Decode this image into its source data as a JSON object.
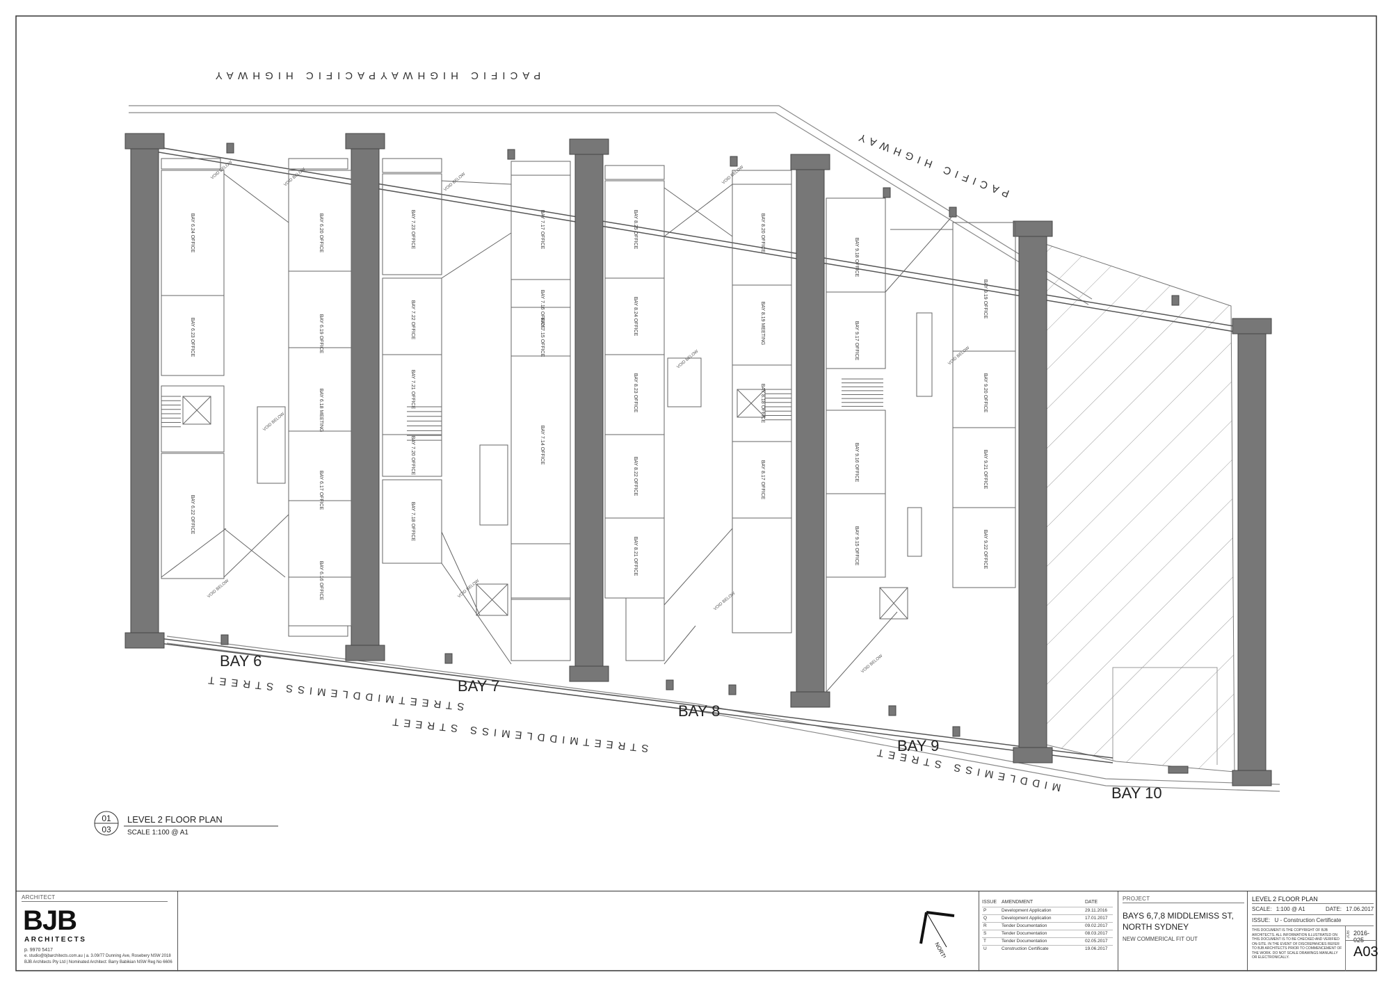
{
  "drawing": {
    "roads": {
      "top": "PACIFIC  HIGHWAYPACIFIC  HIGHWAY",
      "top_right": "PACIFIC  HIGHWAY",
      "bottom_left": "STREETMIDDLEMISS  STREET",
      "bottom_mid": "STREETMIDDLEMISS  STREET",
      "bottom_right": "MIDDLEMISS  STREET"
    },
    "bays": [
      "BAY 6",
      "BAY 7",
      "BAY 8",
      "BAY 9",
      "BAY 10"
    ],
    "void_label": "VOID BELOW",
    "office_label": "OFFICE",
    "meeting_label": "MEETING",
    "bay6_offices": [
      "BAY 6.24",
      "BAY 6.23",
      "BAY 6.22",
      "BAY 6.20",
      "BAY 6.19",
      "BAY 6.18",
      "BAY 6.17",
      "BAY 6.16"
    ],
    "bay7_offices": [
      "BAY 7.23",
      "BAY 7.22",
      "BAY 7.21",
      "BAY 7.20",
      "BAY 7.18",
      "BAY 7.17",
      "BAY 7.16",
      "BAY 7.15",
      "BAY 7.14"
    ],
    "bay8_offices": [
      "BAY 8.25",
      "BAY 8.24",
      "BAY 8.23",
      "BAY 8.22",
      "BAY 8.21",
      "BAY 8.20",
      "BAY 8.19",
      "BAY 8.18",
      "BAY 8.17"
    ],
    "bay9_offices": [
      "BAY 9.18",
      "BAY 9.17",
      "BAY 9.16",
      "BAY 9.15",
      "BAY 9.19",
      "BAY 9.20",
      "BAY 9.21",
      "BAY 9.22"
    ],
    "lift_label": "LIFT",
    "north_label": "NORTH",
    "plan_ref_top": "01",
    "plan_ref_bottom": "03",
    "plan_title": "LEVEL 2 FLOOR PLAN",
    "plan_scale": "SCALE 1:100 @ A1"
  },
  "title_block": {
    "architect_label": "ARCHITECT",
    "logo": "BJB",
    "logo_sub": "ARCHITECTS",
    "contact_1": "p. 9970 5417",
    "contact_2": "e. studio@bjbarchitects.com.au  |  a. 3.09/77 Dunning Ave, Rosebery NSW 2018",
    "contact_3": "BJB Architects Pty Ltd | Nominated Architect: Barry Babikian NSW Reg No 6606",
    "issue_headers": {
      "issue": "ISSUE",
      "amendment": "AMENDMENT",
      "date": "DATE"
    },
    "issues": [
      {
        "issue": "P",
        "amendment": "Development Application",
        "date": "29.11.2016"
      },
      {
        "issue": "Q",
        "amendment": "Development Application",
        "date": "17.01.2017"
      },
      {
        "issue": "R",
        "amendment": "Tender Documentation",
        "date": "09.02.2017"
      },
      {
        "issue": "S",
        "amendment": "Tender Documentation",
        "date": "08.03.2017"
      },
      {
        "issue": "T",
        "amendment": "Tender Documentation",
        "date": "02.05.2017"
      },
      {
        "issue": "U",
        "amendment": "Construction Certificate",
        "date": "19.06.2017"
      }
    ],
    "project_label": "PROJECT",
    "project_line1": "BAYS 6,7,8 MIDDLEMISS ST,",
    "project_line2": "NORTH SYDNEY",
    "project_sub": "NEW COMMERICAL FIT OUT",
    "sheet_title": "LEVEL 2 FLOOR PLAN",
    "scale_label": "SCALE:",
    "scale_value": "1:100 @ A1",
    "date_label": "DATE:",
    "date_value": "17.06.2017",
    "issue_label": "ISSUE:",
    "issue_value": "U - Construction Certificate",
    "disclaimer": "THIS DOCUMENT IS THE COPYRIGHT OF BJB ARCHITECTS. ALL INFORMATION ILLUSTRATED ON THIS DOCUMENT IS TO BE CHECKED AND VERIFIED ON-SITE. IN THE EVENT OF DISCREPANCIES REFER TO BJB ARCHITECTS PRIOR TO COMMENCEMENT OF THE WORK. DO NOT SCALE DRAWINGS MANUALLY OR ELECTRONICALLY.",
    "job_label": "JOB",
    "job_number": "2016-025",
    "sheet_number": "A03"
  }
}
